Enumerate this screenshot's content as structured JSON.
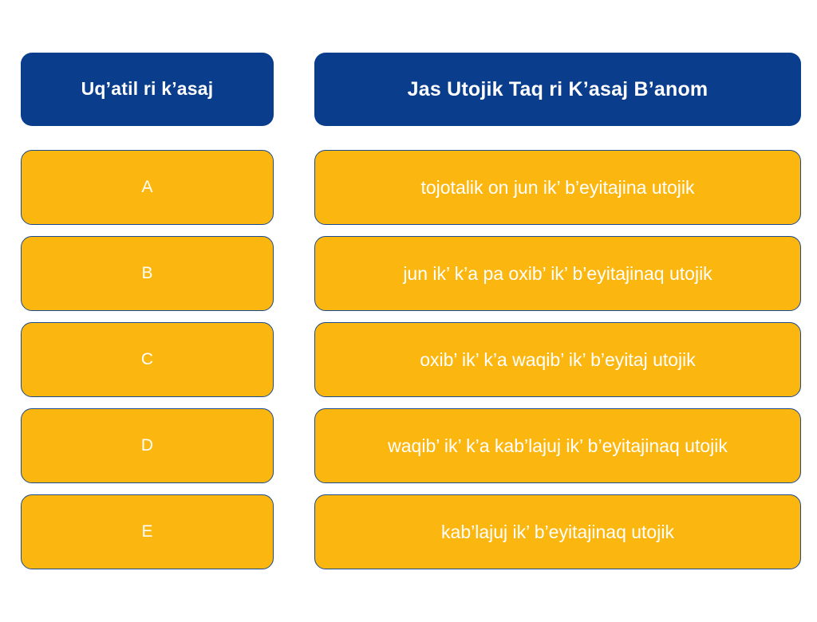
{
  "page": {
    "background_color": "#ffffff",
    "accent_header_color": "#0a3d8c",
    "accent_cell_color": "#fbb710",
    "cell_text_color": "#ffffff",
    "cell_border_color": "#1b4a8f"
  },
  "left_column": {
    "header": "Uq’atil ri k’asaj",
    "cells": [
      {
        "label": "A"
      },
      {
        "label": "B"
      },
      {
        "label": "C"
      },
      {
        "label": "D"
      },
      {
        "label": "E"
      }
    ]
  },
  "right_column": {
    "header": "Jas Utojik Taq ri K’asaj B’anom",
    "cells": [
      {
        "label": "tojotalik on jun ik’ b’eyitajina utojik"
      },
      {
        "label": "jun ik’ k’a pa oxib’ ik’ b’eyitajinaq utojik"
      },
      {
        "label": "oxib’ ik’ k’a waqib’ ik’ b’eyitaj utojik"
      },
      {
        "label": "waqib’ ik’ k’a kab’lajuj ik’ b’eyitajinaq utojik"
      },
      {
        "label": "kab’lajuj ik’ b’eyitajinaq utojik"
      }
    ]
  }
}
